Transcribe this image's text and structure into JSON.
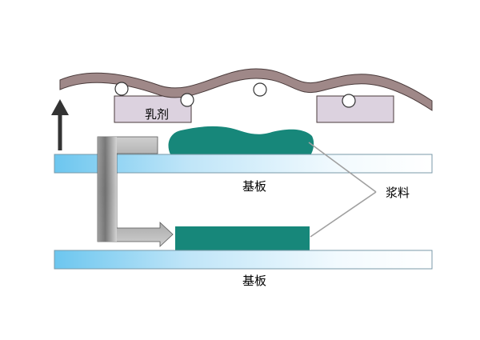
{
  "labels": {
    "emulsion": "乳剂",
    "substrate_top": "基板",
    "substrate_bottom": "基板",
    "slurry": "浆料"
  },
  "colors": {
    "belt_fill": "#9f8888",
    "belt_stroke": "#4a3b3b",
    "emulsion_fill": "#dcd2df",
    "roller_fill": "#ffffff",
    "slurry_fill": "#17877a",
    "substrate_light": "#e9f6fd",
    "substrate_dark": "#6cc6ef",
    "arrow_color": "#333333",
    "pointer_line": "#a0a0a0"
  }
}
